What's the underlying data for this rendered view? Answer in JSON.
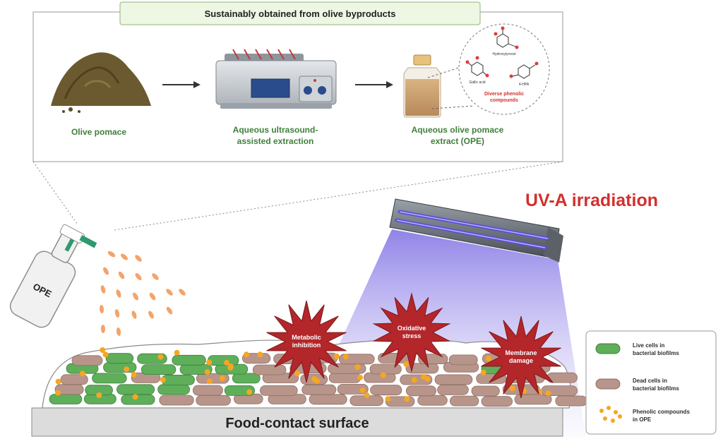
{
  "header_banner": "Sustainably obtained from olive byproducts",
  "steps": [
    {
      "lines": [
        "Olive pomace"
      ]
    },
    {
      "lines": [
        "Aqueous ultrasound-",
        "assisted extraction"
      ]
    },
    {
      "lines": [
        "Aqueous olive pomace",
        "extract (OPE)"
      ]
    }
  ],
  "compounds": {
    "names": [
      "Hydroxytyrosol",
      "Gallic acid",
      "4-HPA"
    ],
    "label_lines": [
      "Diverse phenolic",
      "compounds"
    ]
  },
  "spray_bottle_label": "OPE",
  "uv_title": "UV-A irradiation",
  "effects": [
    {
      "lines": [
        "Metabolic",
        "inhibition"
      ]
    },
    {
      "lines": [
        "Oxidative",
        "stress"
      ]
    },
    {
      "lines": [
        "Membrane",
        "damage"
      ]
    }
  ],
  "surface_label": "Food-contact surface",
  "legend": [
    {
      "lines": [
        "Live cells in",
        "bacterial biofilms"
      ],
      "color": "#5fae5a"
    },
    {
      "lines": [
        "Dead cells in",
        "bacterial biofilms"
      ],
      "color": "#b8958a"
    },
    {
      "lines": [
        "Phenolic compounds",
        "in OPE"
      ],
      "color": "#f5a623"
    }
  ],
  "colors": {
    "accent_red": "#d32f2f",
    "text_green": "#3f7f3a",
    "banner_fill": "#eef6e4",
    "starburst": "#b3262a",
    "uv_glow": "#8a78e6"
  }
}
